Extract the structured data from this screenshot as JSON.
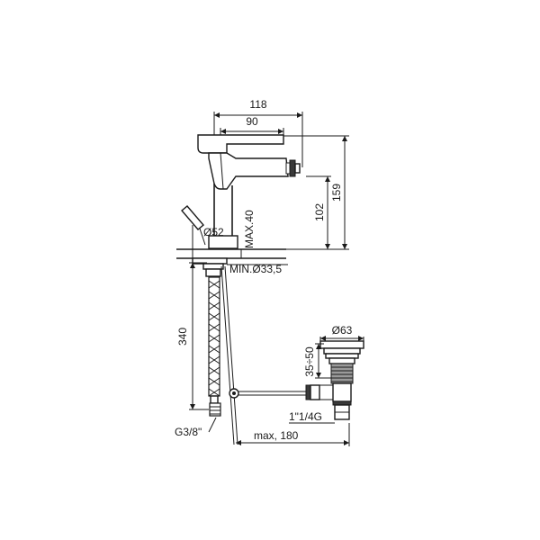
{
  "dimensions": {
    "width_total": "118",
    "width_lever": "90",
    "height_total": "159",
    "height_spout": "102",
    "base_diameter": "Ø52",
    "deck_thickness": "MAX.40",
    "hole_diameter": "MIN.Ø33,5",
    "hose_length": "340",
    "hose_thread": "G3/8\"",
    "waste_diameter": "Ø63",
    "waste_height": "35÷50",
    "waste_thread": "1\"1/4G",
    "rod_length": "max, 180"
  }
}
